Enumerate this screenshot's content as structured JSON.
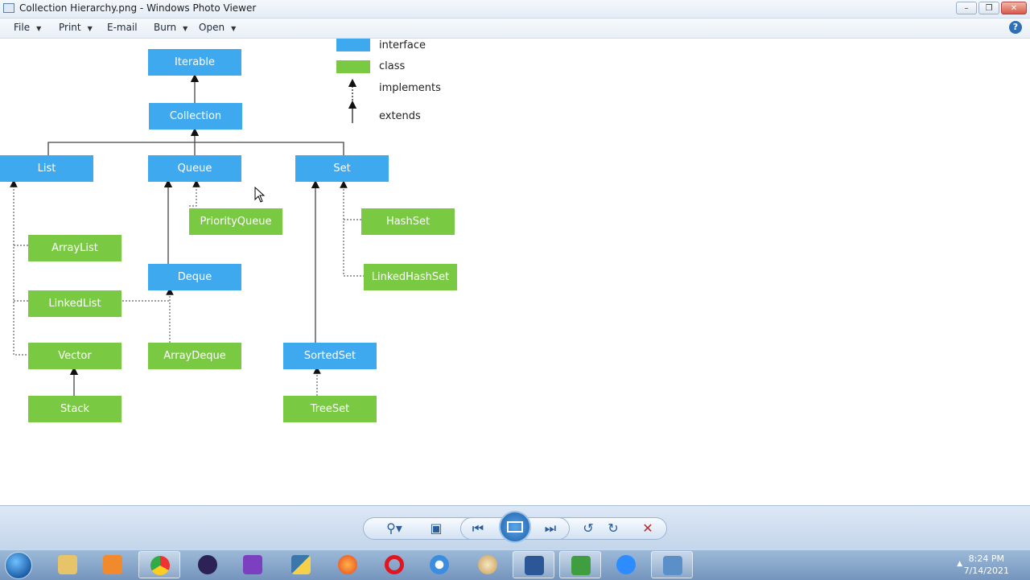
{
  "window": {
    "title": "Collection Hierarchy.png - Windows Photo Viewer"
  },
  "menu": {
    "file": "File",
    "print": "Print",
    "email": "E-mail",
    "burn": "Burn",
    "open": "Open",
    "help": "?"
  },
  "legend": {
    "interface": "interface",
    "class": "class",
    "implements": "implements",
    "extends": "extends"
  },
  "nodes": {
    "iterable": "Iterable",
    "collection": "Collection",
    "list": "List",
    "queue": "Queue",
    "set": "Set",
    "priorityqueue": "PriorityQueue",
    "hashset": "HashSet",
    "arraylist": "ArrayList",
    "linkedhashset": "LinkedHashSet",
    "deque": "Deque",
    "linkedlist": "LinkedList",
    "vector": "Vector",
    "arraydeque": "ArrayDeque",
    "sortedset": "SortedSet",
    "stack": "Stack",
    "treeset": "TreeSet"
  },
  "colors": {
    "interface": "#3fa9f0",
    "class": "#7ac943"
  },
  "taskbar": {
    "time": "8:24 PM",
    "date": "7/14/2021",
    "apps": [
      "windows-explorer",
      "media-player",
      "chrome",
      "eclipse",
      "visual-studio",
      "python",
      "firefox",
      "opera",
      "chrome-alt",
      "paint",
      "word",
      "excel-chart",
      "zoom",
      "photo-viewer"
    ]
  }
}
